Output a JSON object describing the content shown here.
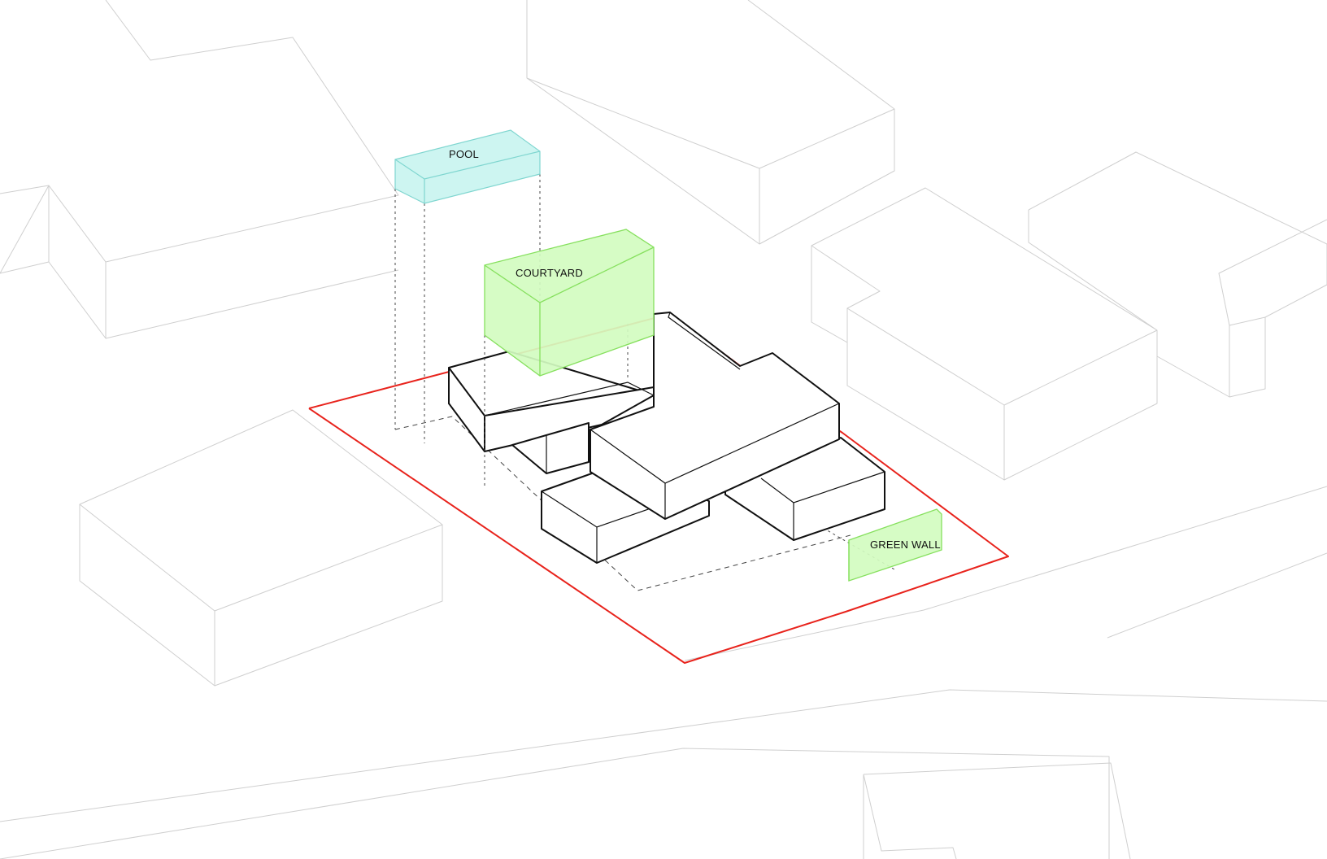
{
  "labels": {
    "pool": "POOL",
    "courtyard": "COURTYARD",
    "green_wall": "GREEN WALL"
  },
  "colors": {
    "site_boundary": "#e8231c",
    "pool_fill": "#c8f4f0",
    "pool_stroke": "#7fd6d0",
    "green_fill": "#d3fcc0",
    "green_stroke": "#86e05e",
    "context_lines": "#cfcfcf",
    "building_lines": "#111111"
  }
}
